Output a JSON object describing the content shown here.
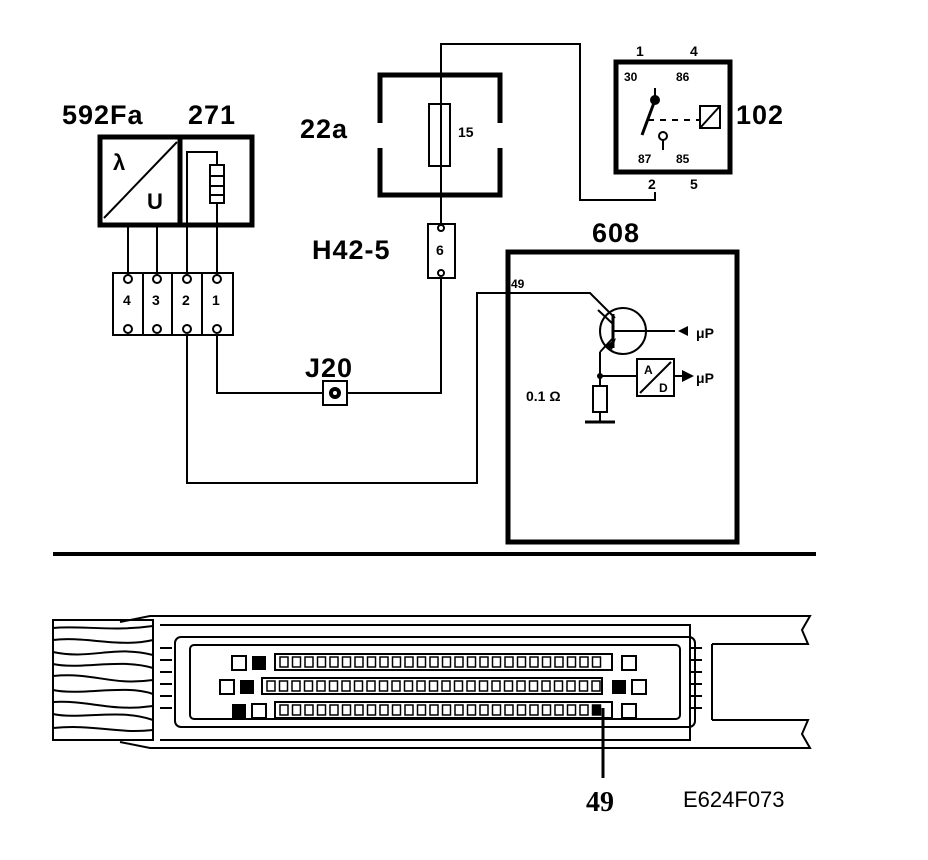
{
  "components": {
    "sensor": {
      "code": "592Fa",
      "symbol_top": "λ",
      "symbol_bottom": "U"
    },
    "heater": {
      "code": "271"
    },
    "fuse_box": {
      "code": "22a",
      "fuse_number": "15"
    },
    "connector_h42": {
      "code": "H42-5",
      "pin": "6"
    },
    "junction": {
      "code": "J20"
    },
    "relay": {
      "code": "102",
      "top_pins": [
        "1",
        "4"
      ],
      "bottom_pins": [
        "2",
        "5"
      ],
      "terminals": [
        "30",
        "86",
        "87",
        "85"
      ]
    },
    "ecu": {
      "code": "608",
      "pin": "49",
      "resistor": "0.1 Ω",
      "output_label": "μP",
      "adc_top": "A",
      "adc_bottom": "D"
    },
    "sensor_connector": {
      "pins": [
        "4",
        "3",
        "2",
        "1"
      ]
    }
  },
  "connector_view": {
    "pin_label": "49"
  },
  "figure_code": "E624F073"
}
